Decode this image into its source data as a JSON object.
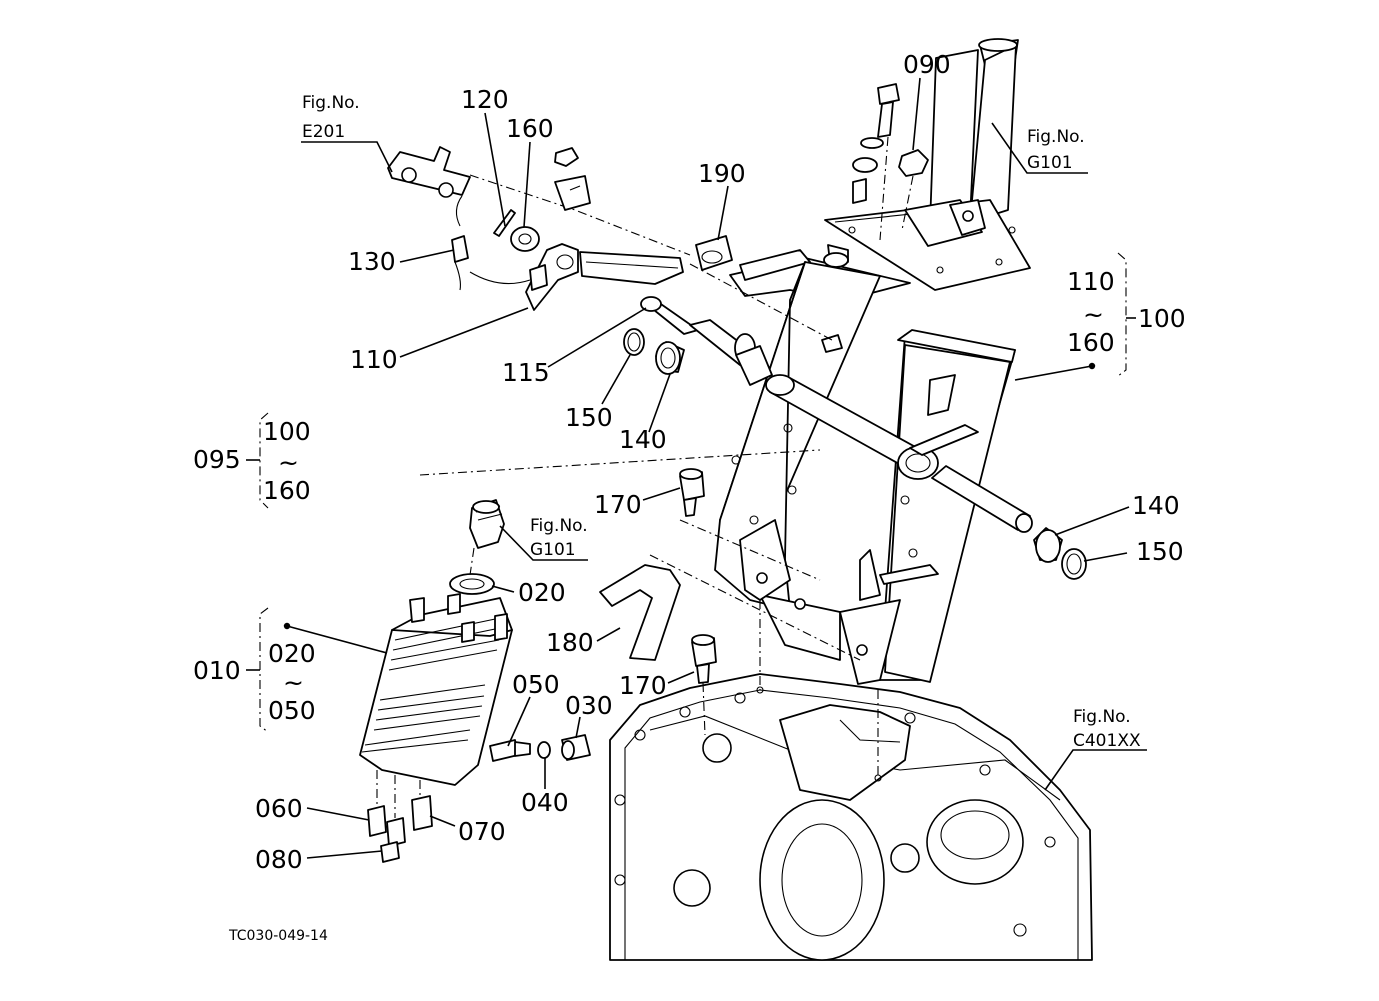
{
  "drawing_code": "TC030-049-14",
  "fig_refs": {
    "e201": {
      "title": "Fig.No.",
      "code": "E201"
    },
    "g101_top": {
      "title": "Fig.No.",
      "code": "G101"
    },
    "g101_mid": {
      "title": "Fig.No.",
      "code": "G101"
    },
    "c401": {
      "title": "Fig.No.",
      "code": "C401XX"
    }
  },
  "callouts": {
    "p090": "090",
    "p120": "120",
    "p160": "160",
    "p130": "130",
    "p190": "190",
    "p110": "110",
    "p115": "115",
    "p150_left": "150",
    "p140_left": "140",
    "p170_top": "170",
    "p140_right": "140",
    "p150_right": "150",
    "p020": "020",
    "p180": "180",
    "p170_bottom": "170",
    "p050": "050",
    "p030": "030",
    "p040": "040",
    "p060": "060",
    "p070": "070",
    "p080": "080"
  },
  "groups": {
    "g100": {
      "label": "100",
      "range_from": "110",
      "tilde": "~",
      "range_to": "160"
    },
    "g095": {
      "label": "095",
      "range_from": "100",
      "tilde": "~",
      "range_to": "160"
    },
    "g010": {
      "label": "010",
      "range_from": "020",
      "tilde": "~",
      "range_to": "050"
    }
  }
}
